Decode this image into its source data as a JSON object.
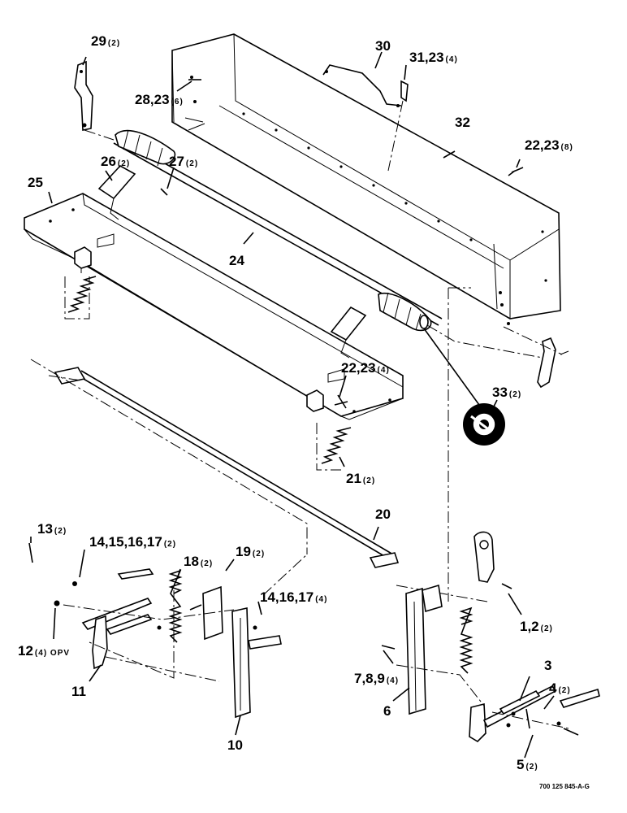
{
  "callouts": [
    {
      "id": "c29",
      "num": "29",
      "qty": "(2)"
    },
    {
      "id": "c30",
      "num": "30",
      "qty": ""
    },
    {
      "id": "c31",
      "num": "31,23",
      "qty": "(4)"
    },
    {
      "id": "c28",
      "num": "28,23",
      "qty": "(6)"
    },
    {
      "id": "c32",
      "num": "32",
      "qty": ""
    },
    {
      "id": "c22a",
      "num": "22,23",
      "qty": "(8)"
    },
    {
      "id": "c26",
      "num": "26",
      "qty": "(2)"
    },
    {
      "id": "c27",
      "num": "27",
      "qty": "(2)"
    },
    {
      "id": "c25",
      "num": "25",
      "qty": ""
    },
    {
      "id": "c24",
      "num": "24",
      "qty": ""
    },
    {
      "id": "c22b",
      "num": "22,23",
      "qty": "(4)"
    },
    {
      "id": "c33",
      "num": "33",
      "qty": "(2)"
    },
    {
      "id": "c21",
      "num": "21",
      "qty": "(2)"
    },
    {
      "id": "c20",
      "num": "20",
      "qty": ""
    },
    {
      "id": "c13",
      "num": "13",
      "qty": "(2)"
    },
    {
      "id": "c14a",
      "num": "14,15,16,17",
      "qty": "(2)"
    },
    {
      "id": "c18",
      "num": "18",
      "qty": "(2)"
    },
    {
      "id": "c19",
      "num": "19",
      "qty": "(2)"
    },
    {
      "id": "c14b",
      "num": "14,16,17",
      "qty": "(4)"
    },
    {
      "id": "c12",
      "num": "12",
      "qty": "(4) OPV"
    },
    {
      "id": "c11",
      "num": "11",
      "qty": ""
    },
    {
      "id": "c10",
      "num": "10",
      "qty": ""
    },
    {
      "id": "c1",
      "num": "1,2",
      "qty": "(2)"
    },
    {
      "id": "c3",
      "num": "3",
      "qty": ""
    },
    {
      "id": "c4",
      "num": "4",
      "qty": "(2)"
    },
    {
      "id": "c7",
      "num": "7,8,9",
      "qty": "(4)"
    },
    {
      "id": "c6",
      "num": "6",
      "qty": ""
    },
    {
      "id": "c5",
      "num": "5",
      "qty": "(2)"
    }
  ],
  "drawing_number": "700 125 845-A-G"
}
